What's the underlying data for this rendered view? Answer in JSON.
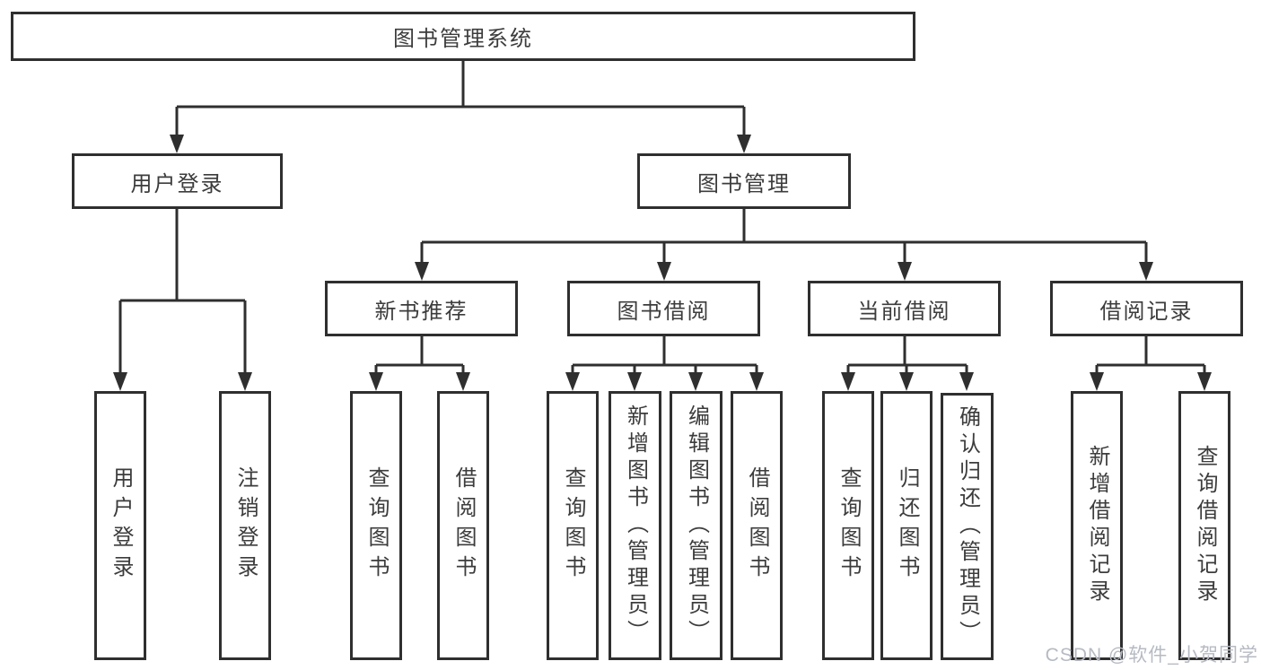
{
  "diagram": {
    "root": {
      "label": "图书管理系统"
    },
    "branches": [
      {
        "label": "用户登录",
        "leaves": [
          {
            "label": "用户登录"
          },
          {
            "label": "注销登录"
          }
        ]
      },
      {
        "label": "图书管理",
        "groups": [
          {
            "label": "新书推荐",
            "leaves": [
              {
                "label": "查询图书"
              },
              {
                "label": "借阅图书"
              }
            ]
          },
          {
            "label": "图书借阅",
            "leaves": [
              {
                "label": "查询图书"
              },
              {
                "label": "新增图书（管理员）"
              },
              {
                "label": "编辑图书（管理员）"
              },
              {
                "label": "借阅图书"
              }
            ]
          },
          {
            "label": "当前借阅",
            "leaves": [
              {
                "label": "查询图书"
              },
              {
                "label": "归还图书"
              },
              {
                "label": "确认归还（管理员）"
              }
            ]
          },
          {
            "label": "借阅记录",
            "leaves": [
              {
                "label": "新增借阅记录"
              },
              {
                "label": "查询借阅记录"
              }
            ]
          }
        ]
      }
    ]
  },
  "colors": {
    "line": "#2f2f2f",
    "text": "#3c3c3c",
    "watermark": "#b6bac2"
  },
  "watermark": "CSDN @软件_小贺同学"
}
